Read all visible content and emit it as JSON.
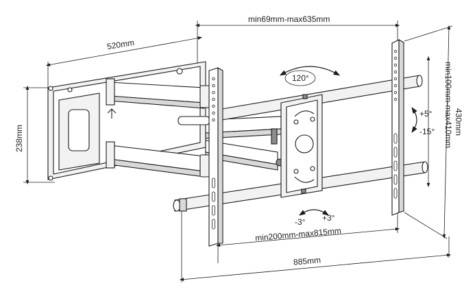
{
  "dimensions": {
    "top_width": "min69mm-max635mm",
    "wall_plate_width": "520mm",
    "wall_plate_height": "238mm",
    "total_height": "430mm",
    "vesa_vertical": "min100mm-max410mm",
    "vesa_horizontal": "min200mm-max815mm",
    "total_width": "885mm"
  },
  "rotations": {
    "swivel": "120°",
    "tilt_up": "+5°",
    "tilt_down": "-15°",
    "level_left": "-3°",
    "level_right": "+3°"
  },
  "colors": {
    "line": "#1a1a1a",
    "fill_light": "#f2f2f2",
    "fill_mid": "#d9d9d9",
    "fill_dark": "#8c8c8c"
  }
}
